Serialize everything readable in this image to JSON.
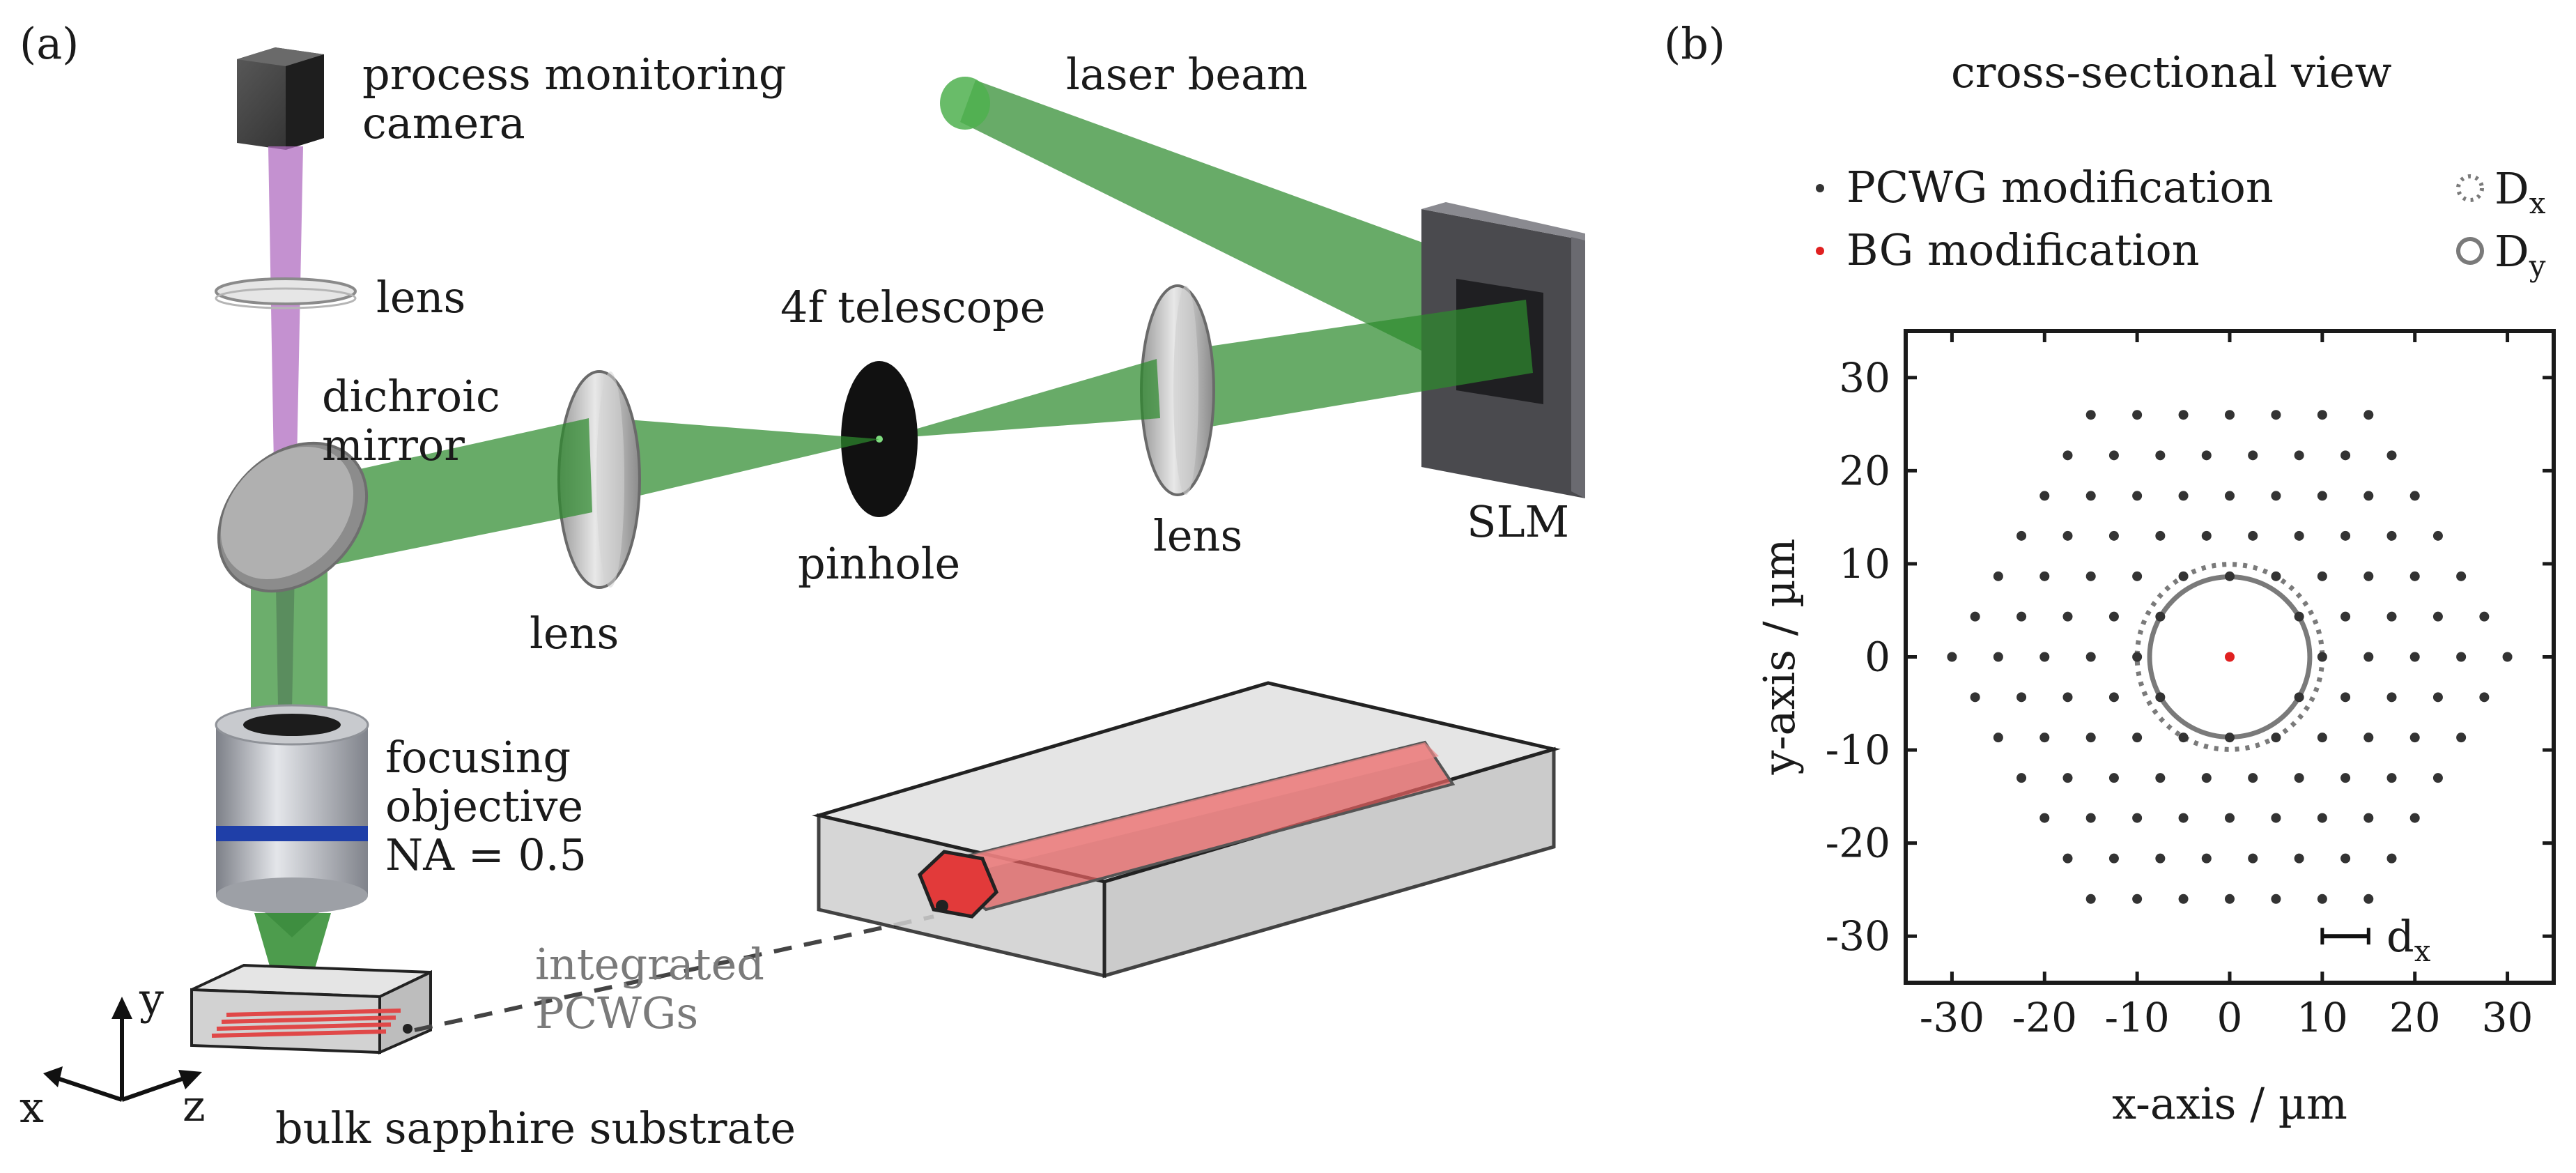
{
  "panel_a": {
    "panel_label": "(a)",
    "camera_label_line1": "process monitoring",
    "camera_label_line2": "camera",
    "laser_beam_label": "laser beam",
    "lens_top_label": "lens",
    "telescope_label": "4f telescope",
    "dichroic_line1": "dichroic",
    "dichroic_line2": "mirror",
    "lens_left_label": "lens",
    "pinhole_label": "pinhole",
    "lens_right_label": "lens",
    "slm_label": "SLM",
    "objective_line1": "focusing",
    "objective_line2": "objective",
    "objective_line3": "NA = 0.5",
    "integrated_line1": "integrated",
    "integrated_line2": "PCWGs",
    "substrate_label": "bulk sapphire substrate",
    "axis_y": "y",
    "axis_x": "x",
    "axis_z": "z",
    "colors": {
      "beam_green": "#2e8b2e",
      "camera_violet": "#b06cc0",
      "waveguide_red": "#e04848",
      "objective_band": "#1f3fa8"
    }
  },
  "panel_b": {
    "panel_label": "(b)",
    "title": "cross-sectional view",
    "legend": {
      "pcwg": "PCWG modification",
      "bg": "BG modification",
      "dx": "D",
      "dx_sub": "x",
      "dy": "D",
      "dy_sub": "y"
    },
    "scale_label": "d",
    "scale_label_sub": "x"
  },
  "chart_data": {
    "type": "scatter",
    "title": "cross-sectional view",
    "xlabel": "x-axis / µm",
    "ylabel": "y-axis / µm",
    "xlim": [
      -35,
      35
    ],
    "ylim": [
      -35,
      35
    ],
    "xticks": [
      -30,
      -20,
      -10,
      0,
      10,
      20,
      30
    ],
    "yticks": [
      -30,
      -20,
      -10,
      0,
      10,
      20,
      30
    ],
    "series": [
      {
        "name": "PCWG modification",
        "color": "#333333",
        "pitch_x": 5.0,
        "pitch_y": 4.33,
        "rows": [
          {
            "y": 26,
            "x": [
              -15,
              -10,
              -5,
              0,
              5,
              10,
              15
            ]
          },
          {
            "y": 21.65,
            "x": [
              -17.5,
              -12.5,
              -7.5,
              -2.5,
              2.5,
              7.5,
              12.5,
              17.5
            ]
          },
          {
            "y": 17.3,
            "x": [
              -20,
              -15,
              -10,
              -5,
              0,
              5,
              10,
              15,
              20
            ]
          },
          {
            "y": 13,
            "x": [
              -22.5,
              -17.5,
              -12.5,
              -7.5,
              -2.5,
              2.5,
              7.5,
              12.5,
              17.5,
              22.5
            ]
          },
          {
            "y": 8.66,
            "x": [
              -25,
              -20,
              -15,
              -10,
              -5,
              0,
              5,
              10,
              15,
              20,
              25
            ]
          },
          {
            "y": 4.33,
            "x": [
              -27.5,
              -22.5,
              -17.5,
              -12.5,
              -7.5,
              7.5,
              12.5,
              17.5,
              22.5,
              27.5
            ]
          },
          {
            "y": 0,
            "x": [
              -30,
              -25,
              -20,
              -15,
              -10,
              10,
              15,
              20,
              25,
              30
            ]
          },
          {
            "y": -4.33,
            "x": [
              -27.5,
              -22.5,
              -17.5,
              -12.5,
              -7.5,
              7.5,
              12.5,
              17.5,
              22.5,
              27.5
            ]
          },
          {
            "y": -8.66,
            "x": [
              -25,
              -20,
              -15,
              -10,
              -5,
              0,
              5,
              10,
              15,
              20,
              25
            ]
          },
          {
            "y": -13,
            "x": [
              -22.5,
              -17.5,
              -12.5,
              -7.5,
              -2.5,
              2.5,
              7.5,
              12.5,
              17.5,
              22.5
            ]
          },
          {
            "y": -17.3,
            "x": [
              -20,
              -15,
              -10,
              -5,
              0,
              5,
              10,
              15,
              20
            ]
          },
          {
            "y": -21.65,
            "x": [
              -17.5,
              -12.5,
              -7.5,
              -2.5,
              2.5,
              7.5,
              12.5,
              17.5
            ]
          },
          {
            "y": -26,
            "x": [
              -15,
              -10,
              -5,
              0,
              5,
              10,
              15
            ]
          }
        ]
      },
      {
        "name": "BG modification",
        "color": "#e02020",
        "points": [
          [
            0,
            0
          ]
        ]
      }
    ],
    "circles": [
      {
        "name": "Dx",
        "diameter": 20,
        "style": "dotted",
        "color": "#7a7a7a"
      },
      {
        "name": "Dy",
        "diameter": 17.3,
        "style": "solid",
        "color": "#7a7a7a"
      }
    ],
    "scale_bar": {
      "label": "dx",
      "x_from": 10,
      "x_to": 15,
      "y": -30
    },
    "grid": false,
    "legend_position": "top"
  }
}
